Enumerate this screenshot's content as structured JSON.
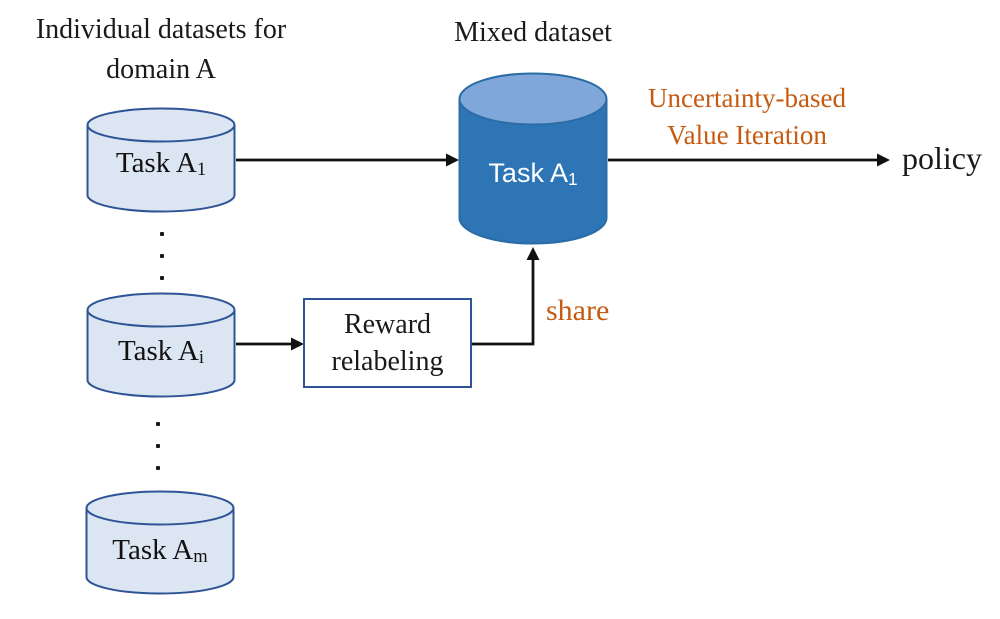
{
  "figure": {
    "left_title": {
      "line1": "Individual datasets for",
      "line2": "domain A"
    },
    "mixed_title": "Mixed dataset",
    "cylinders": {
      "task_a1": {
        "text": "Task A",
        "sub": "1"
      },
      "task_ai": {
        "text": "Task A",
        "sub": "i"
      },
      "task_am": {
        "text": "Task A",
        "sub": "m"
      },
      "mixed": {
        "text": "Task A",
        "sub": "1"
      }
    },
    "reward_box": {
      "line1": "Reward",
      "line2": "relabeling"
    },
    "labels": {
      "share": "share",
      "uncertainty_line1": "Uncertainty-based",
      "uncertainty_line2": "Value Iteration",
      "policy": "policy"
    },
    "colors": {
      "accent_orange": "#C55A11",
      "mixed_cylinder_fill": "#2E75B6",
      "mixed_cylinder_top": "#7FA7DA",
      "mixed_cylinder_border": "#2B6BA6",
      "dataset_cylinder_fill": "#DCE6F3",
      "dataset_cylinder_border": "#2F5496",
      "arrow_color": "#111111",
      "text_color": "#1A1A1A"
    }
  }
}
